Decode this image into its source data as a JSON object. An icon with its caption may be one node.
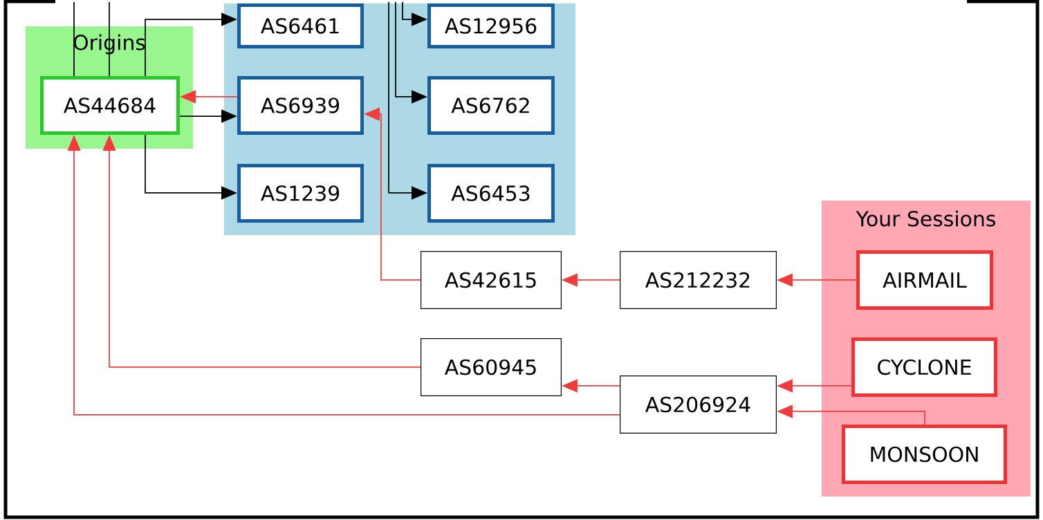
{
  "diagram": {
    "nodes": [
      {
        "text": [
          "Origins"
        ]
      },
      {
        "text": [
          "AS44684"
        ],
        "in": 0
      },
      {
        "text": [],
        "shape": "box"
      },
      {
        "text": [
          "AS6461"
        ],
        "in": 2
      },
      {
        "text": [
          "AS6939"
        ],
        "in": 2
      },
      {
        "text": [
          "AS1239"
        ],
        "in": 2
      },
      {
        "text": [
          "AS12956"
        ],
        "in": 2
      },
      {
        "text": [
          "AS6762"
        ],
        "in": 2
      },
      {
        "text": [
          "AS6453"
        ],
        "in": 2
      },
      {
        "text": [
          "Your Sessions"
        ]
      },
      {
        "text": [
          "AIRMAIL"
        ],
        "in": 9
      },
      {
        "text": [
          "CYCLONE"
        ],
        "in": 9
      },
      {
        "text": [
          "MONSOON"
        ],
        "in": 9
      },
      {
        "text": [
          "AS42615"
        ]
      },
      {
        "text": [
          "AS212232"
        ]
      },
      {
        "text": [
          "AS60945"
        ]
      },
      {
        "text": [
          "AS206924"
        ]
      }
    ],
    "edges": [
      {
        "from": 1,
        "to": null,
        "arrow": "none",
        "color": "#000000"
      },
      {
        "from": 1,
        "to": null,
        "arrow": "none",
        "color": "#000000"
      },
      {
        "from": 1,
        "to": 3,
        "arrow": "to",
        "color": "#000000"
      },
      {
        "from": 1,
        "to": 4,
        "arrow": "to",
        "color": "#000000"
      },
      {
        "from": 4,
        "to": 1,
        "arrow": "to"
      },
      {
        "from": 1,
        "to": 5,
        "arrow": "to",
        "color": "#000000"
      },
      {
        "from": null,
        "to": 6,
        "arrow": "to",
        "color": "#000000"
      },
      {
        "from": null,
        "to": 7,
        "arrow": "to",
        "color": "#000000"
      },
      {
        "from": null,
        "to": 8,
        "arrow": "to",
        "color": "#000000"
      },
      {
        "from": 13,
        "to": 4,
        "arrow": "to"
      },
      {
        "from": 14,
        "to": 13,
        "arrow": "to"
      },
      {
        "from": 10,
        "to": 14,
        "arrow": "to"
      },
      {
        "from": 11,
        "to": 16,
        "arrow": "to"
      },
      {
        "from": 12,
        "to": 16,
        "arrow": "to"
      },
      {
        "from": 16,
        "to": 15,
        "arrow": "to"
      },
      {
        "from": 15,
        "to": 1,
        "arrow": "to"
      },
      {
        "from": 16,
        "to": 1,
        "arrow": "to"
      }
    ]
  }
}
